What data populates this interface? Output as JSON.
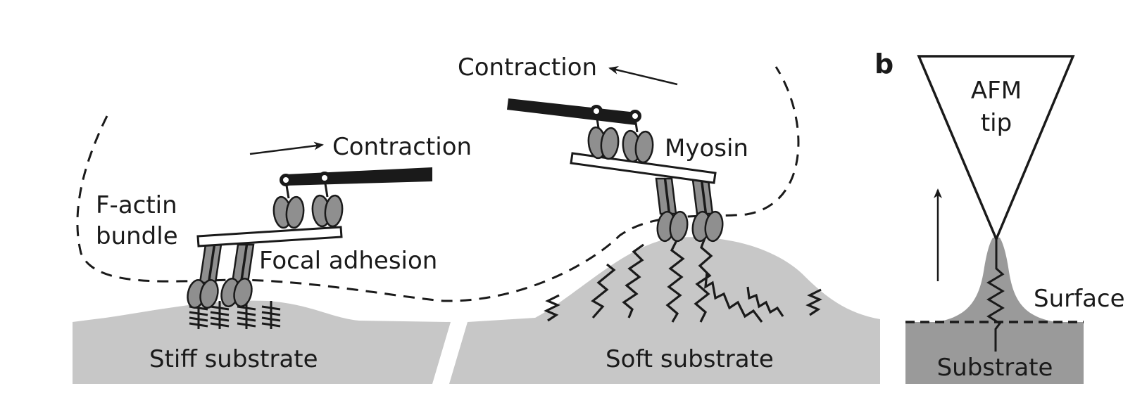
{
  "panel_b": {
    "letter": "b"
  },
  "labels": {
    "contraction_left": "Contraction",
    "contraction_right": "Contraction",
    "f_actin_line1": "F-actin",
    "f_actin_line2": "bundle",
    "focal_adhesion": "Focal adhesion",
    "myosin": "Myosin",
    "stiff_substrate": "Stiff substrate",
    "soft_substrate": "Soft substrate",
    "afm_tip_line1": "AFM",
    "afm_tip_line2": "tip",
    "surface": "Surface",
    "substrate": "Substrate"
  },
  "colors": {
    "substrate_light": "#c7c7c7",
    "substrate_dark": "#9a9a9a",
    "myosin_fill": "#8f8f8f",
    "ink": "#1a1a1a"
  }
}
